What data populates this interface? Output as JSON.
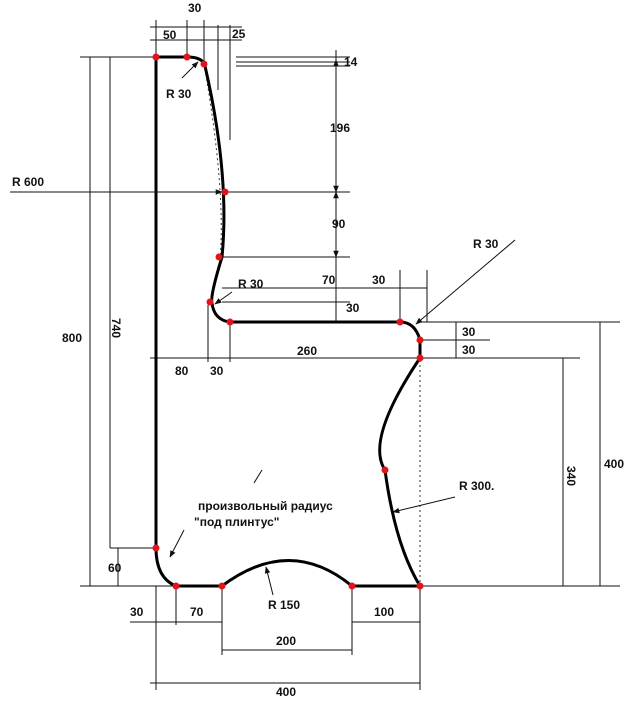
{
  "colors": {
    "profile": "#000000",
    "points": "#e0141b",
    "dimension": "#111111"
  },
  "top_dims": {
    "d50": "50",
    "d30": "30",
    "d25": "25"
  },
  "right_dims": {
    "d14": "14",
    "d196": "196",
    "d90": "90",
    "d70": "70",
    "d30a": "30",
    "d30b": "30"
  },
  "radii": {
    "r30_top": "R 30",
    "r600": "R 600",
    "r30_seat": "R 30",
    "r30_corner": "R 30",
    "r300": "R 300.",
    "r150": "R 150"
  },
  "left_dims": {
    "d800": "800",
    "d740": "740",
    "d60": "60"
  },
  "seat_dims": {
    "d80": "80",
    "d30": "30",
    "d260": "260"
  },
  "side_dims": {
    "d30c": "30",
    "d30d": "30",
    "d340": "340",
    "d400": "400"
  },
  "bottom_dims": {
    "d30": "30",
    "d70": "70",
    "d200": "200",
    "d100": "100",
    "d400": "400"
  },
  "note": {
    "line1": "произвольный радиус",
    "line2": "\"под плинтус\""
  }
}
